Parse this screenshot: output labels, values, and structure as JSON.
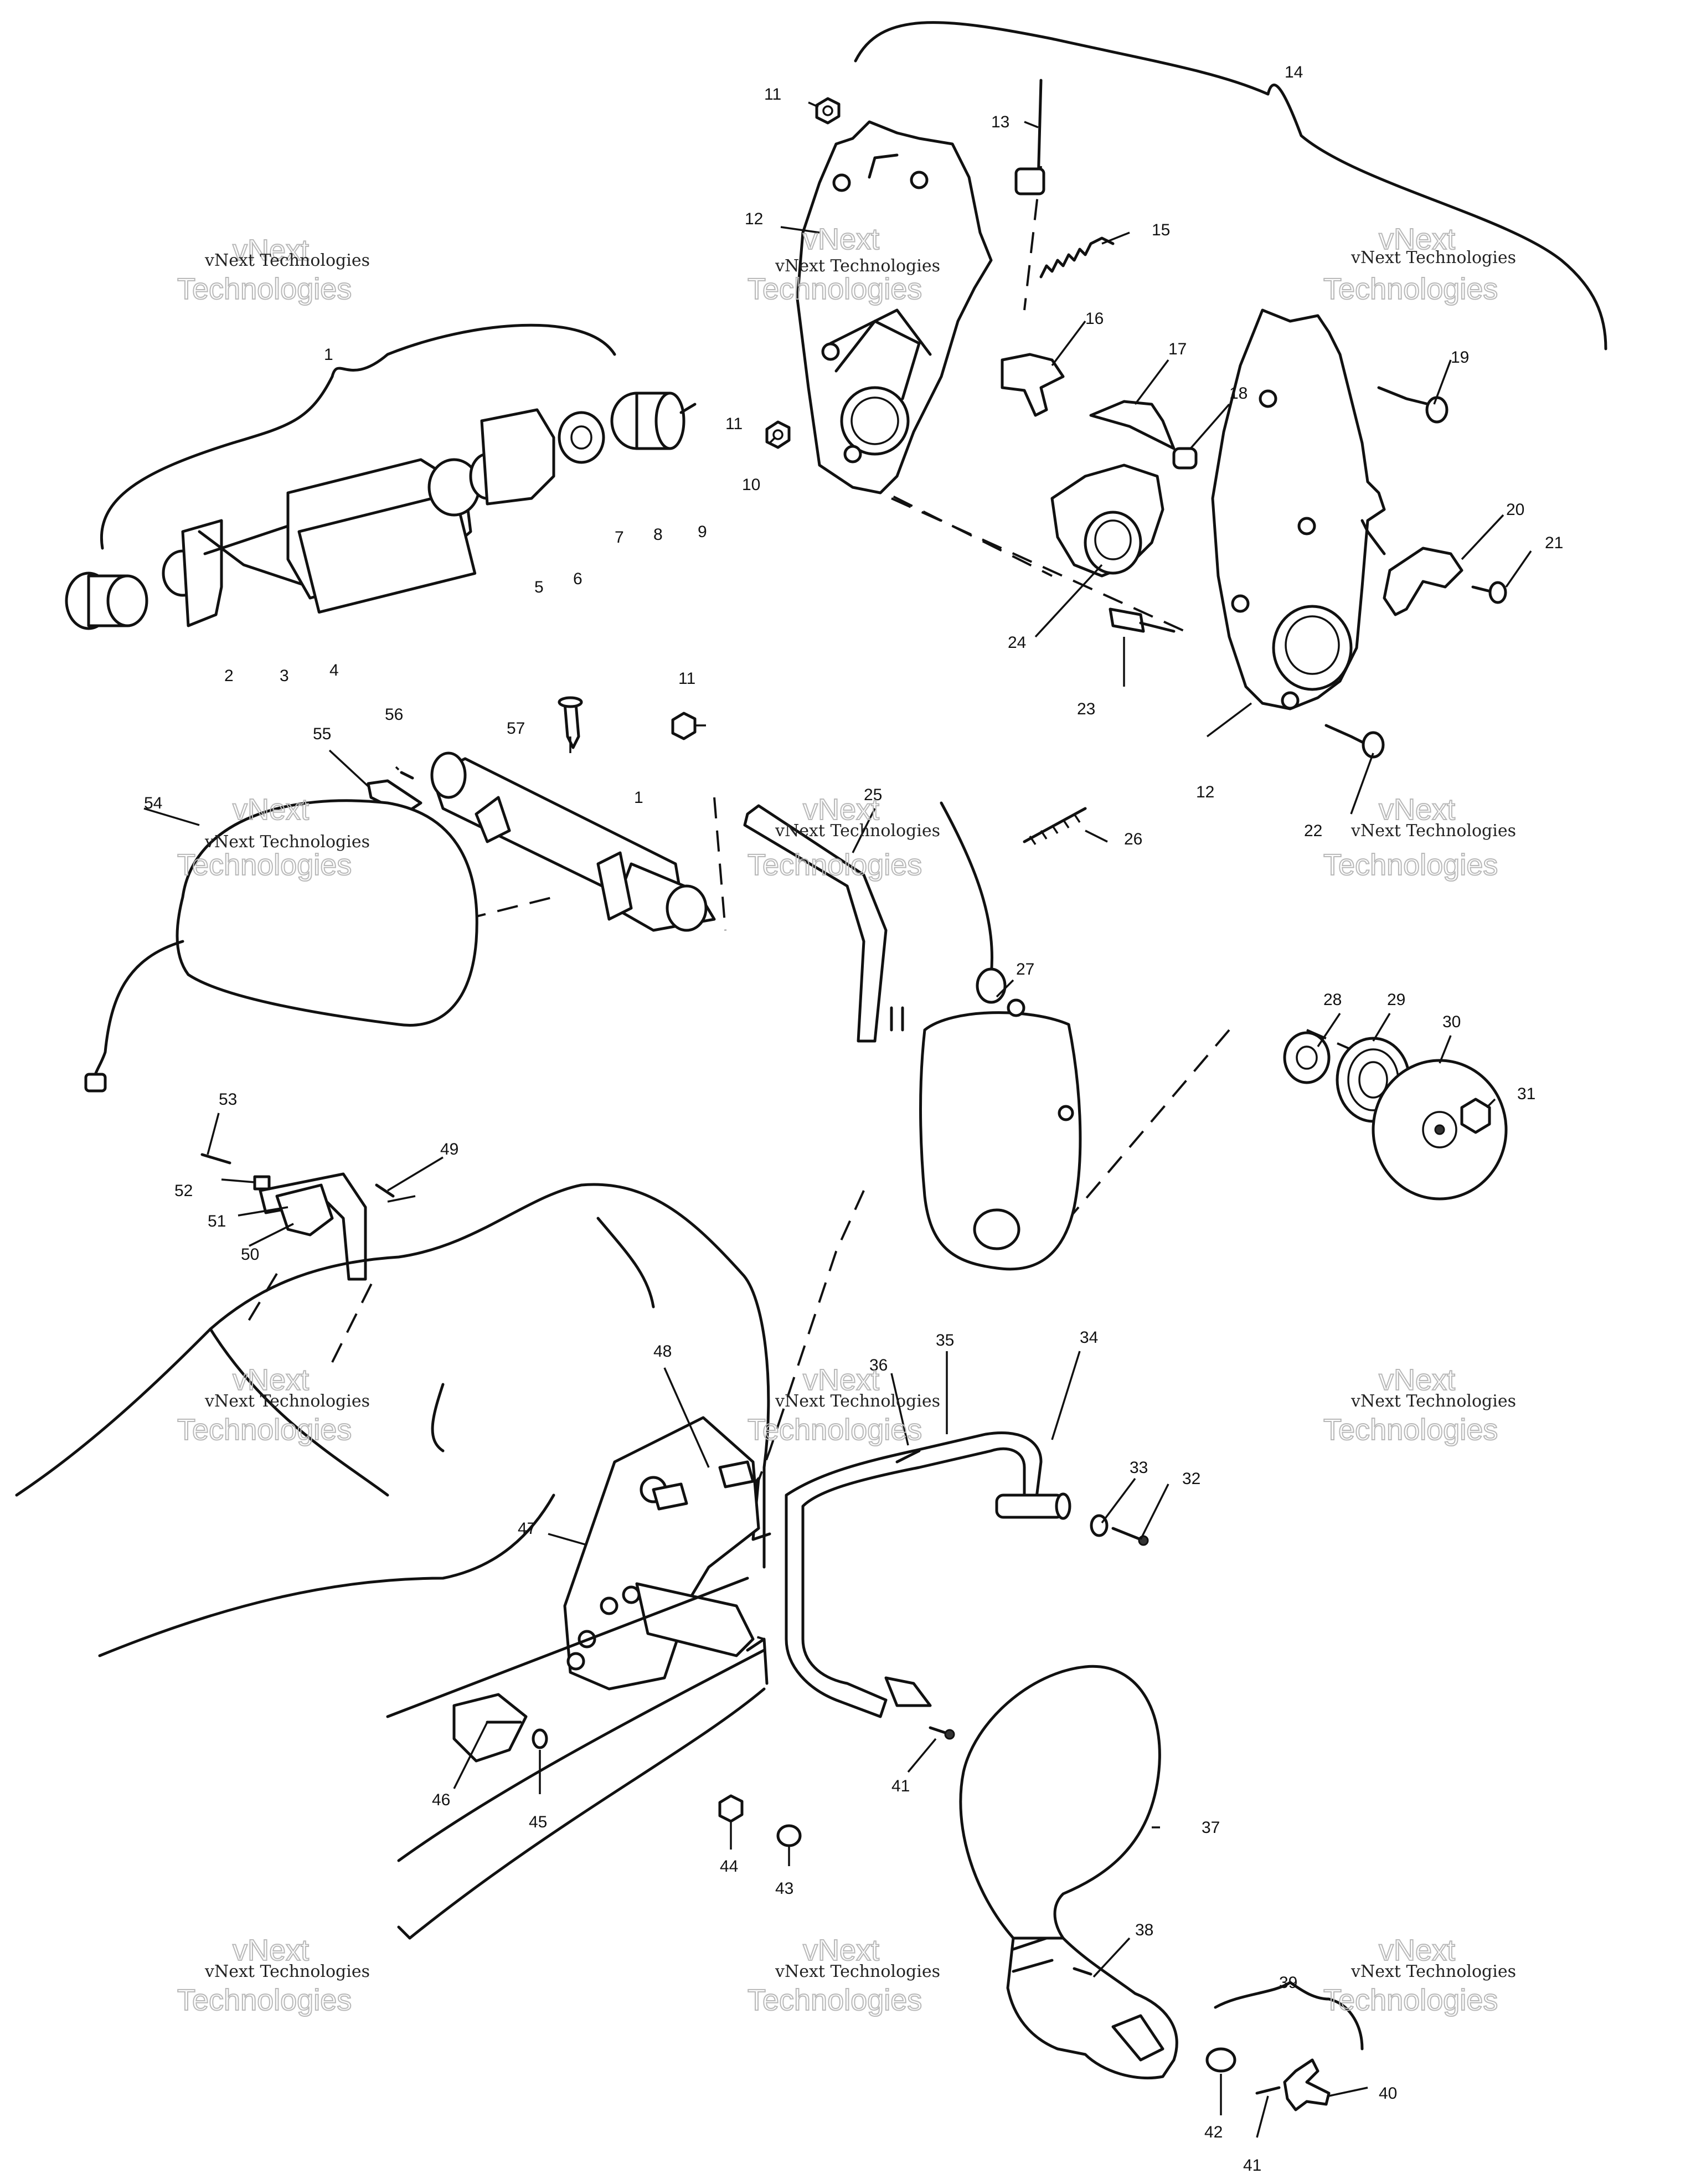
{
  "watermark": {
    "brand": "vNext",
    "line1": "vNext Technologies",
    "line2": "Technologies"
  },
  "callouts": [
    "1",
    "2",
    "3",
    "4",
    "5",
    "6",
    "7",
    "8",
    "9",
    "10",
    "11",
    "12",
    "13",
    "14",
    "15",
    "16",
    "17",
    "18",
    "19",
    "20",
    "21",
    "22",
    "23",
    "24",
    "25",
    "26",
    "27",
    "28",
    "29",
    "30",
    "31",
    "32",
    "33",
    "34",
    "35",
    "36",
    "37",
    "38",
    "39",
    "40",
    "41",
    "42",
    "43",
    "44",
    "45",
    "46",
    "47",
    "48",
    "49",
    "50",
    "51",
    "52",
    "53",
    "54",
    "55",
    "56",
    "57"
  ]
}
